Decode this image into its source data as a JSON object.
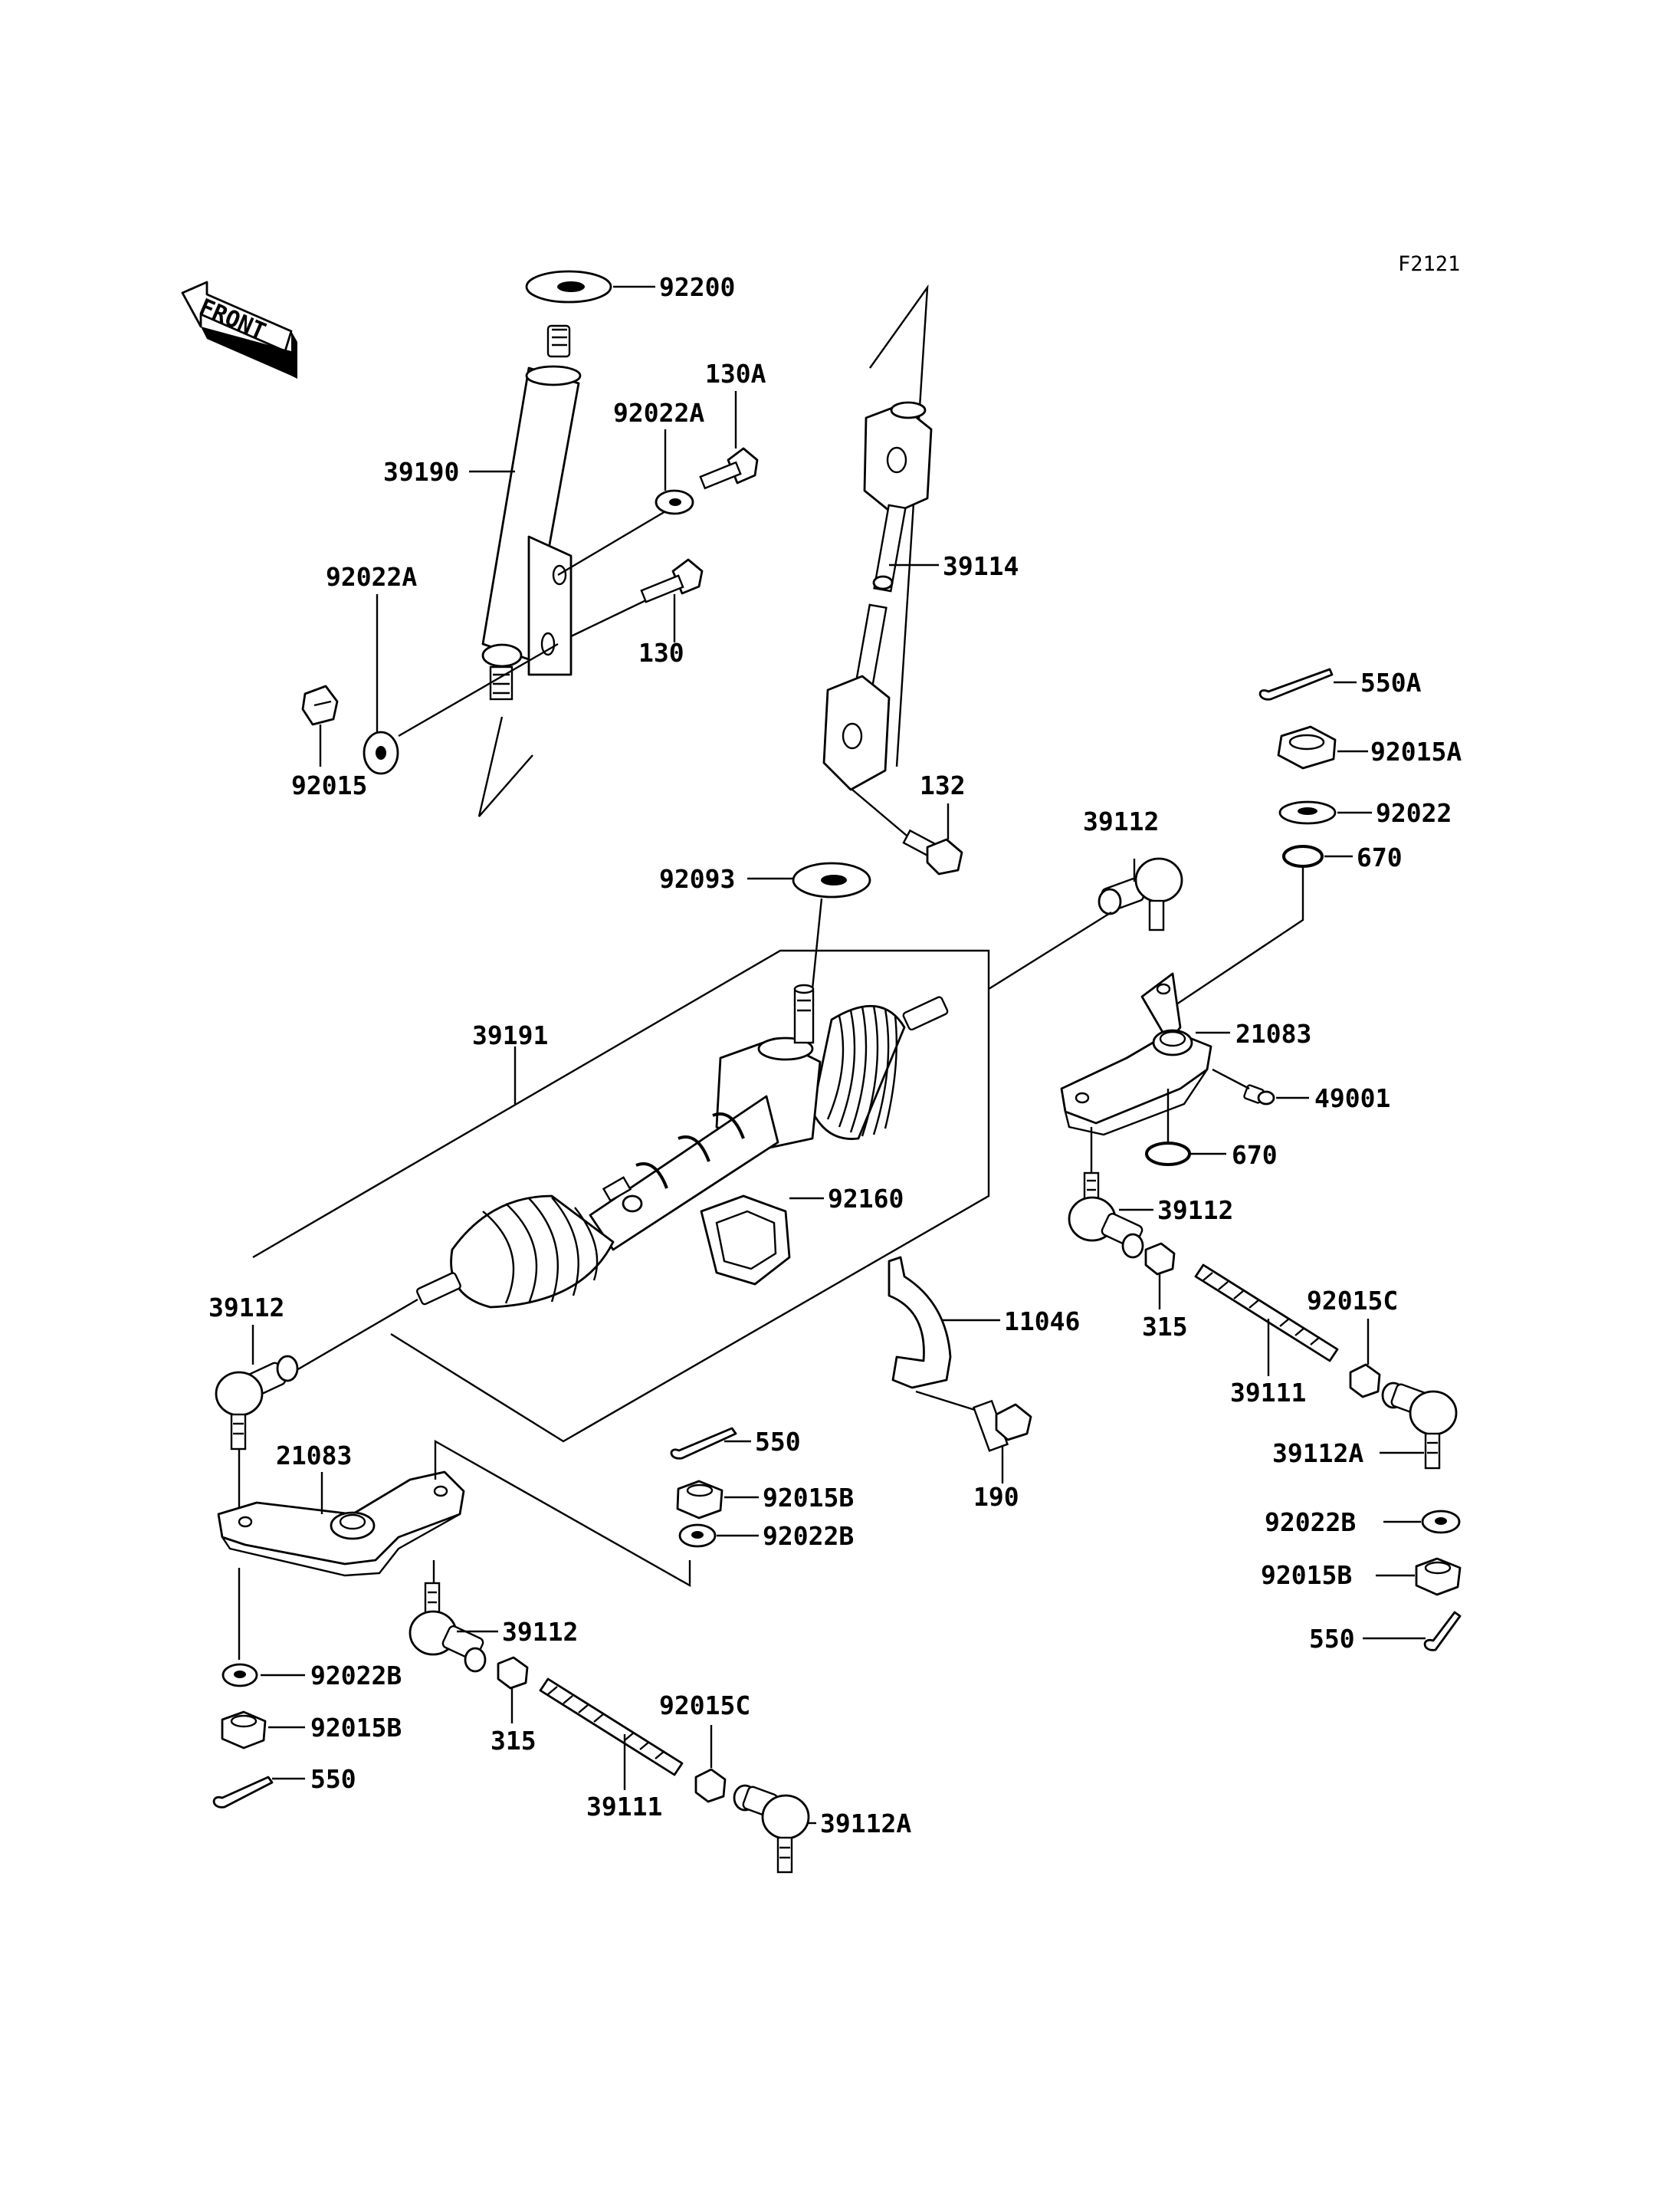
{
  "figure_code": "F2121",
  "front_label": "FRONT",
  "parts": {
    "p92200": "92200",
    "p130A": "130A",
    "p92022A_top": "92022A",
    "p39190": "39190",
    "p92022A_left": "92022A",
    "p130": "130",
    "p92015": "92015",
    "p39114": "39114",
    "p550A": "550A",
    "p92015A": "92015A",
    "p132": "132",
    "p39112_top": "39112",
    "p92022": "92022",
    "p670_top": "670",
    "p92093": "92093",
    "p39191": "39191",
    "p21083_right": "21083",
    "p49001": "49001",
    "p670_bottom": "670",
    "p92160": "92160",
    "p39112_right": "39112",
    "p11046": "11046",
    "p315_right": "315",
    "p92015C_right": "92015C",
    "p39112_left": "39112",
    "p550_mid": "550",
    "p39111_right": "39111",
    "p21083_left": "21083",
    "p92015B_mid": "92015B",
    "p190": "190",
    "p39112A_right": "39112A",
    "p92022B_mid": "92022B",
    "p92022B_right": "92022B",
    "p92015B_right": "92015B",
    "p39112_bottom": "39112",
    "p550_right": "550",
    "p92022B_left": "92022B",
    "p92015C_bottom": "92015C",
    "p315_bottom": "315",
    "p92015B_left": "92015B",
    "p550_left": "550",
    "p39111_bottom": "39111",
    "p39112A_bottom": "39112A"
  }
}
